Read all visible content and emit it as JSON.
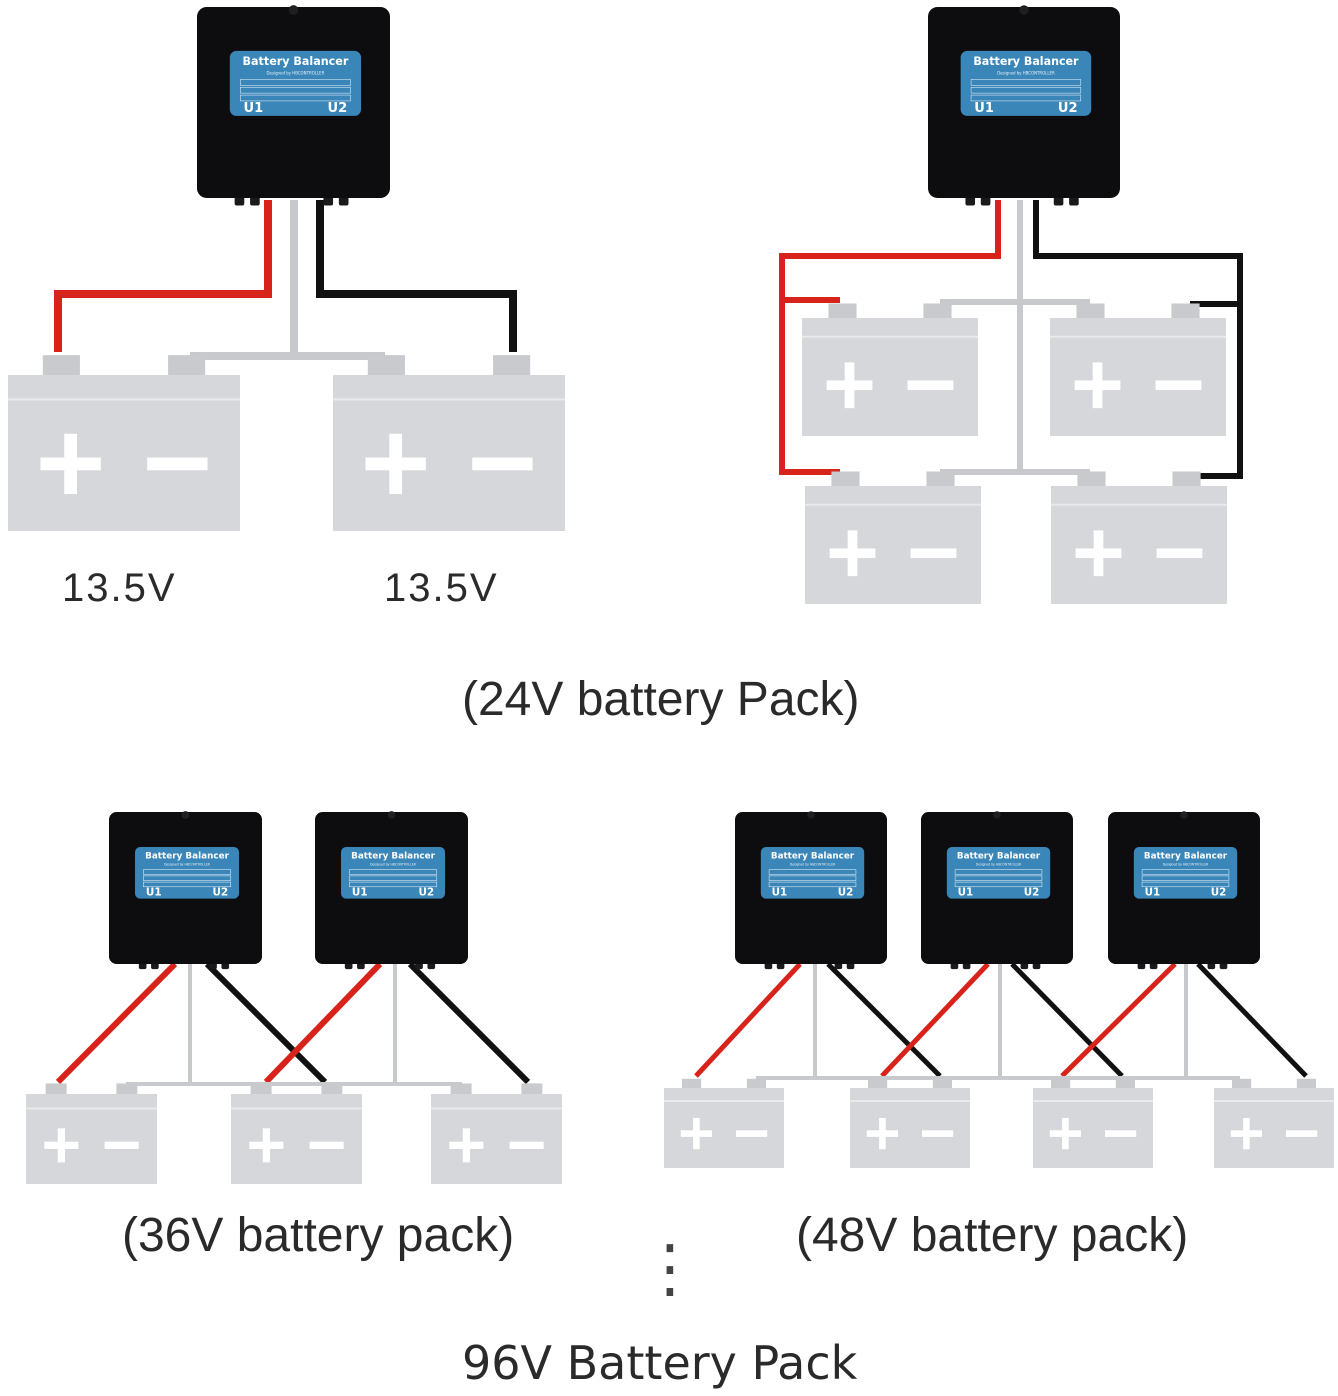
{
  "colors": {
    "balancer_body": "#0d0d0f",
    "label_panel": "#3a86b8",
    "battery": "#d6d7db",
    "battery_terminal": "#c9cace",
    "wire_positive": "#d8231b",
    "wire_negative": "#111111",
    "wire_common": "#c8c9cd",
    "symbol": "#ffffff",
    "text": "#2a2a2a"
  },
  "balancer_label": {
    "title": "Battery Balancer",
    "subtitle": "Designed by HBCONTROLLER",
    "port_left": "U1",
    "port_right": "U2"
  },
  "icons": {
    "positive_symbol": "plus-icon",
    "negative_symbol": "minus-icon"
  },
  "configurations": [
    {
      "id": "24v-series",
      "balancers": 1,
      "batteries": 2,
      "battery_labels": [
        "13.5V",
        "13.5V"
      ]
    },
    {
      "id": "24v-series-parallel",
      "balancers": 1,
      "batteries": 4,
      "battery_labels": []
    },
    {
      "id": "36v",
      "balancers": 2,
      "batteries": 3,
      "battery_labels": []
    },
    {
      "id": "48v",
      "balancers": 3,
      "batteries": 4,
      "battery_labels": []
    }
  ],
  "captions": {
    "pack_24v": "(24V battery Pack)",
    "pack_36v": "(36V battery pack)",
    "pack_48v": "(48V battery pack)",
    "continuation": "⋮",
    "pack_96v": "96V Battery Pack"
  }
}
